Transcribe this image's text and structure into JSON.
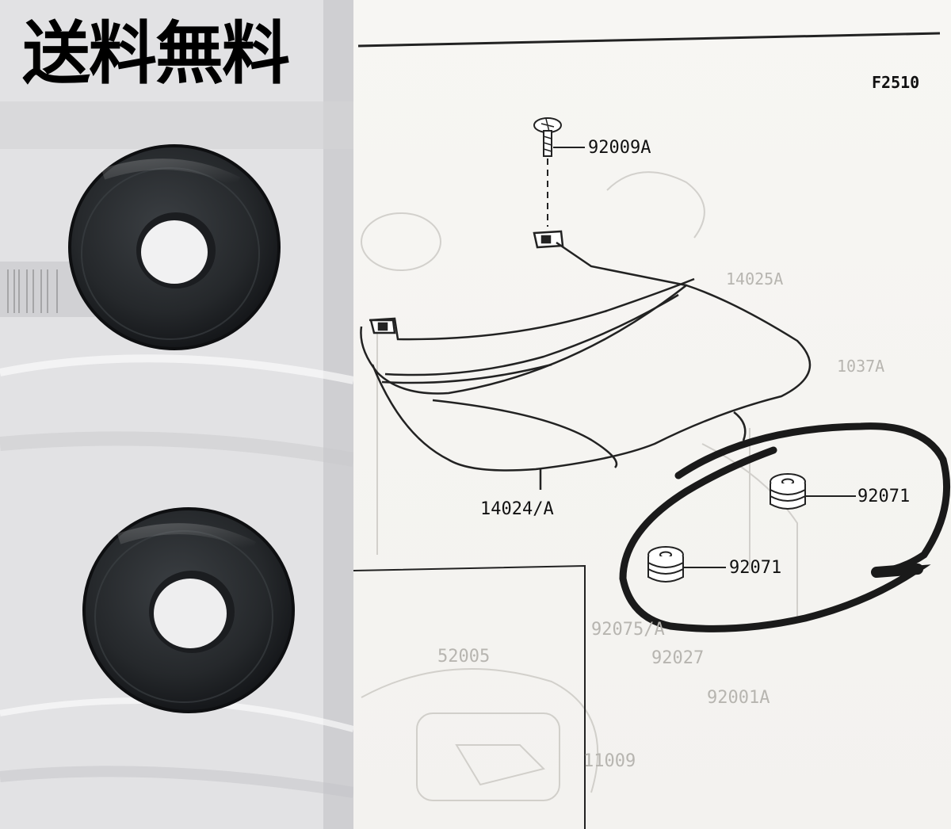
{
  "promo": {
    "text": "送料無料"
  },
  "diagram": {
    "figure_code": "F2510",
    "callouts": {
      "screw": "92009A",
      "cover": "14024/A",
      "grommet_top": "92071",
      "grommet_bottom": "92071"
    },
    "ghost_text": {
      "g1": "92075/A",
      "g2": "92027",
      "g3": "92001A",
      "g4": "52005",
      "g5": "11009",
      "g6": "14025A",
      "g7": "1037A"
    }
  },
  "colors": {
    "highlight_circle": "#1a1a1a",
    "rubber": "#2a2d30"
  }
}
